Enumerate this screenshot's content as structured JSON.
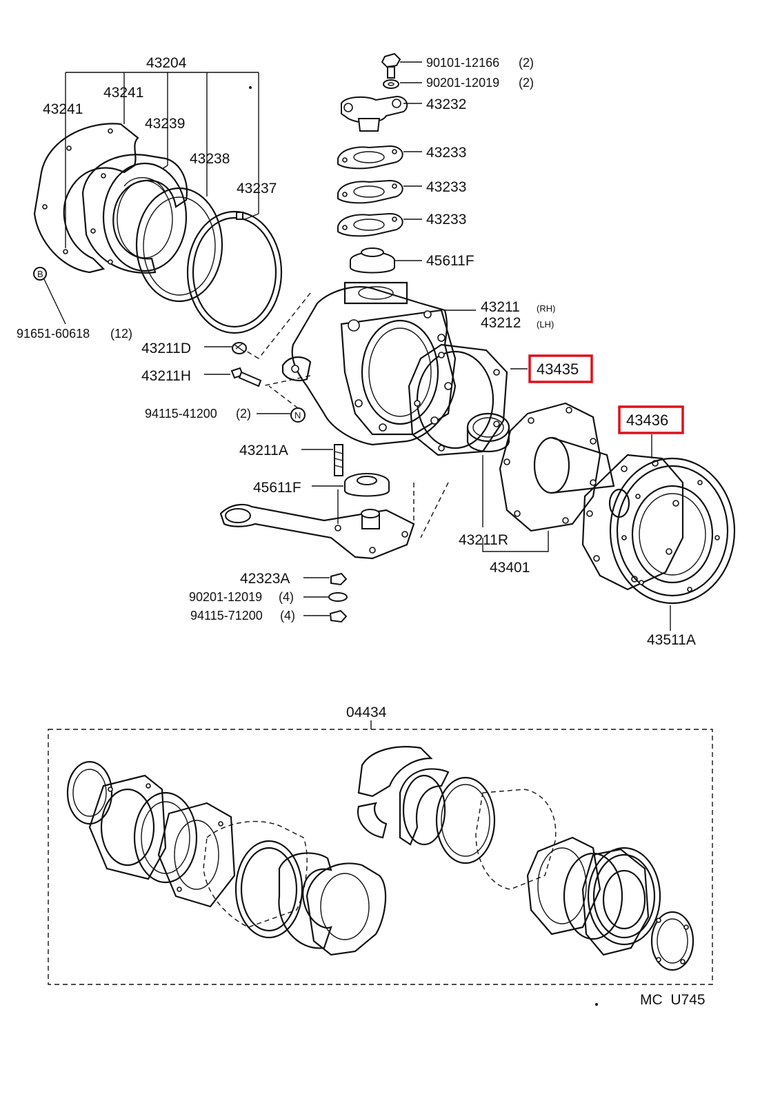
{
  "diagram": {
    "labels": {
      "p43204": "43204",
      "p43241a": "43241",
      "p43241b": "43241",
      "p43239": "43239",
      "p43238": "43238",
      "p43237": "43237",
      "p91651": "91651-60618",
      "p91651q": "(12)",
      "markB": "B",
      "p90101": "90101-12166",
      "p90101q": "(2)",
      "p90201a": "90201-12019",
      "p90201aq": "(2)",
      "p43232": "43232",
      "p43233a": "43233",
      "p43233b": "43233",
      "p43233c": "43233",
      "p45611Fa": "45611F",
      "p43211": "43211",
      "p43211s": "(RH)",
      "p43212": "43212",
      "p43212s": "(LH)",
      "p43211D": "43211D",
      "p43211H": "43211H",
      "p94115a": "94115-41200",
      "p94115aq": "(2)",
      "markN": "N",
      "p43435": "43435",
      "p43436": "43436",
      "p43211A": "43211A",
      "p45611Fb": "45611F",
      "p43211R": "43211R",
      "p43401": "43401",
      "p42323A": "42323A",
      "p90201b": "90201-12019",
      "p90201bq": "(4)",
      "p94115b": "94115-71200",
      "p94115bq": "(4)",
      "p43511A": "43511A",
      "p04434": "04434",
      "code": "MC  U745"
    },
    "colors": {
      "line": "#111111",
      "highlight": "#e0101a",
      "background": "#ffffff"
    }
  }
}
